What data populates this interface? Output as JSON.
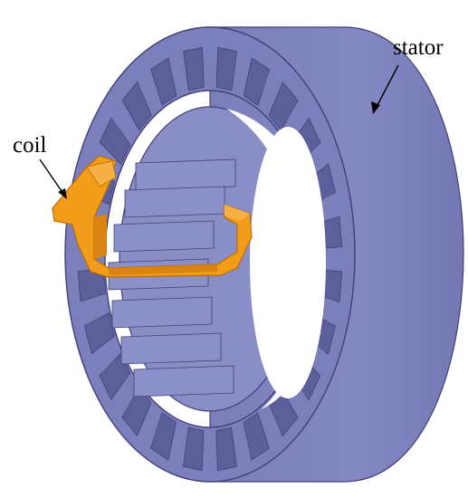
{
  "labels": {
    "stator": "stator",
    "coil": "coil"
  },
  "colors": {
    "stator_face": "#7b7fbc",
    "stator_outer": "#8185c0",
    "stator_dark": "#53568f",
    "stator_edge": "#3f4177",
    "slot_shadow": "#5c5f9a",
    "tooth_face": "#8c90c9",
    "coil": "#f39c1a",
    "coil_dark": "#c77606",
    "background": "#ffffff"
  },
  "slot_count": 24
}
